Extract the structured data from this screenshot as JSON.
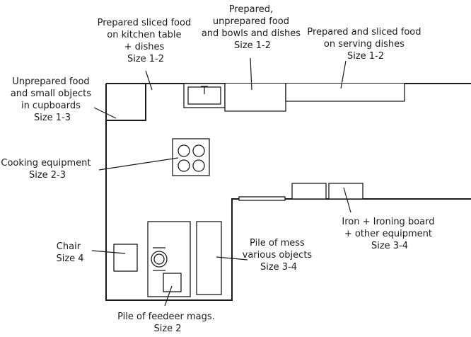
{
  "labels": {
    "prepared_sliced_table": [
      "Prepared sliced food",
      "on kitchen table",
      "+ dishes",
      "Size 1-2"
    ],
    "prepared_unprepared_bowls": [
      "Prepared,",
      "unprepared food",
      "and bowls and dishes",
      "Size 1-2"
    ],
    "prepared_serving_dishes": [
      "Prepared and sliced food",
      "on serving dishes",
      "Size 1-2"
    ],
    "unprepared_cupboards": [
      "Unprepared food",
      "and small objects",
      "in cupboards",
      "Size 1-3"
    ],
    "cooking_equipment": [
      "Cooking equipment",
      "Size 2-3"
    ],
    "iron_board": [
      "Iron + Ironing board",
      "+  other equipment",
      "Size 3-4"
    ],
    "pile_of_mess": [
      "Pile of mess",
      "various objects",
      "Size 3-4"
    ],
    "chair": [
      "Chair",
      "Size 4"
    ],
    "feeder_mags": [
      "Pile of feedeer mags.",
      "Size 2"
    ]
  },
  "colors": {
    "line": "#1a1a1a",
    "background": "#ffffff"
  }
}
